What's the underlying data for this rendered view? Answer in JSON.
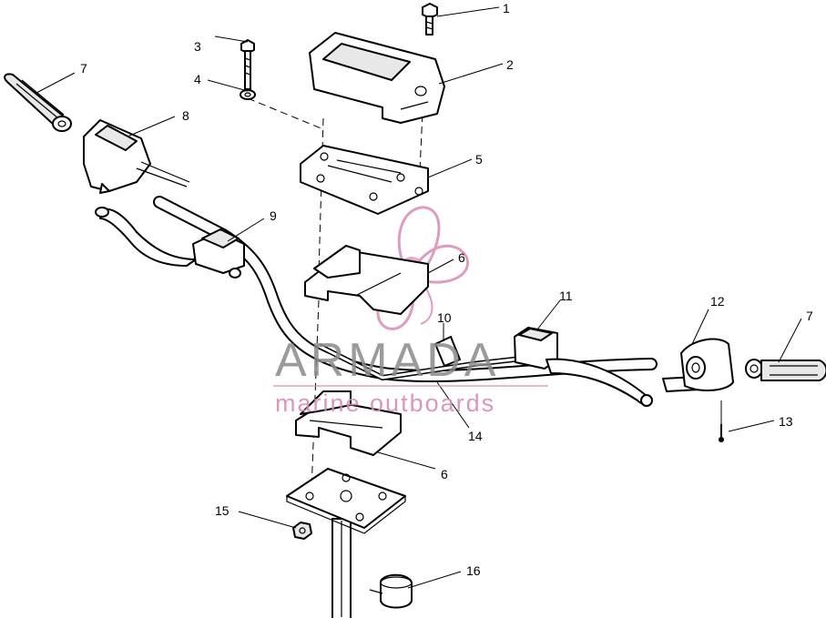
{
  "watermark": {
    "brand": "ARMADA",
    "tagline": "marine outboards",
    "brand_color": "#8a8a8a",
    "accent_color": "#d98bb8"
  },
  "callouts": [
    {
      "id": "c1",
      "label": "1"
    },
    {
      "id": "c2",
      "label": "2"
    },
    {
      "id": "c3",
      "label": "3"
    },
    {
      "id": "c4",
      "label": "4"
    },
    {
      "id": "c5",
      "label": "5"
    },
    {
      "id": "c6a",
      "label": "6"
    },
    {
      "id": "c6b",
      "label": "6"
    },
    {
      "id": "c7a",
      "label": "7"
    },
    {
      "id": "c7b",
      "label": "7"
    },
    {
      "id": "c8",
      "label": "8"
    },
    {
      "id": "c9",
      "label": "9"
    },
    {
      "id": "c10",
      "label": "10"
    },
    {
      "id": "c11",
      "label": "11"
    },
    {
      "id": "c12",
      "label": "12"
    },
    {
      "id": "c13",
      "label": "13"
    },
    {
      "id": "c14",
      "label": "14"
    },
    {
      "id": "c15",
      "label": "15"
    },
    {
      "id": "c16",
      "label": "16"
    }
  ]
}
